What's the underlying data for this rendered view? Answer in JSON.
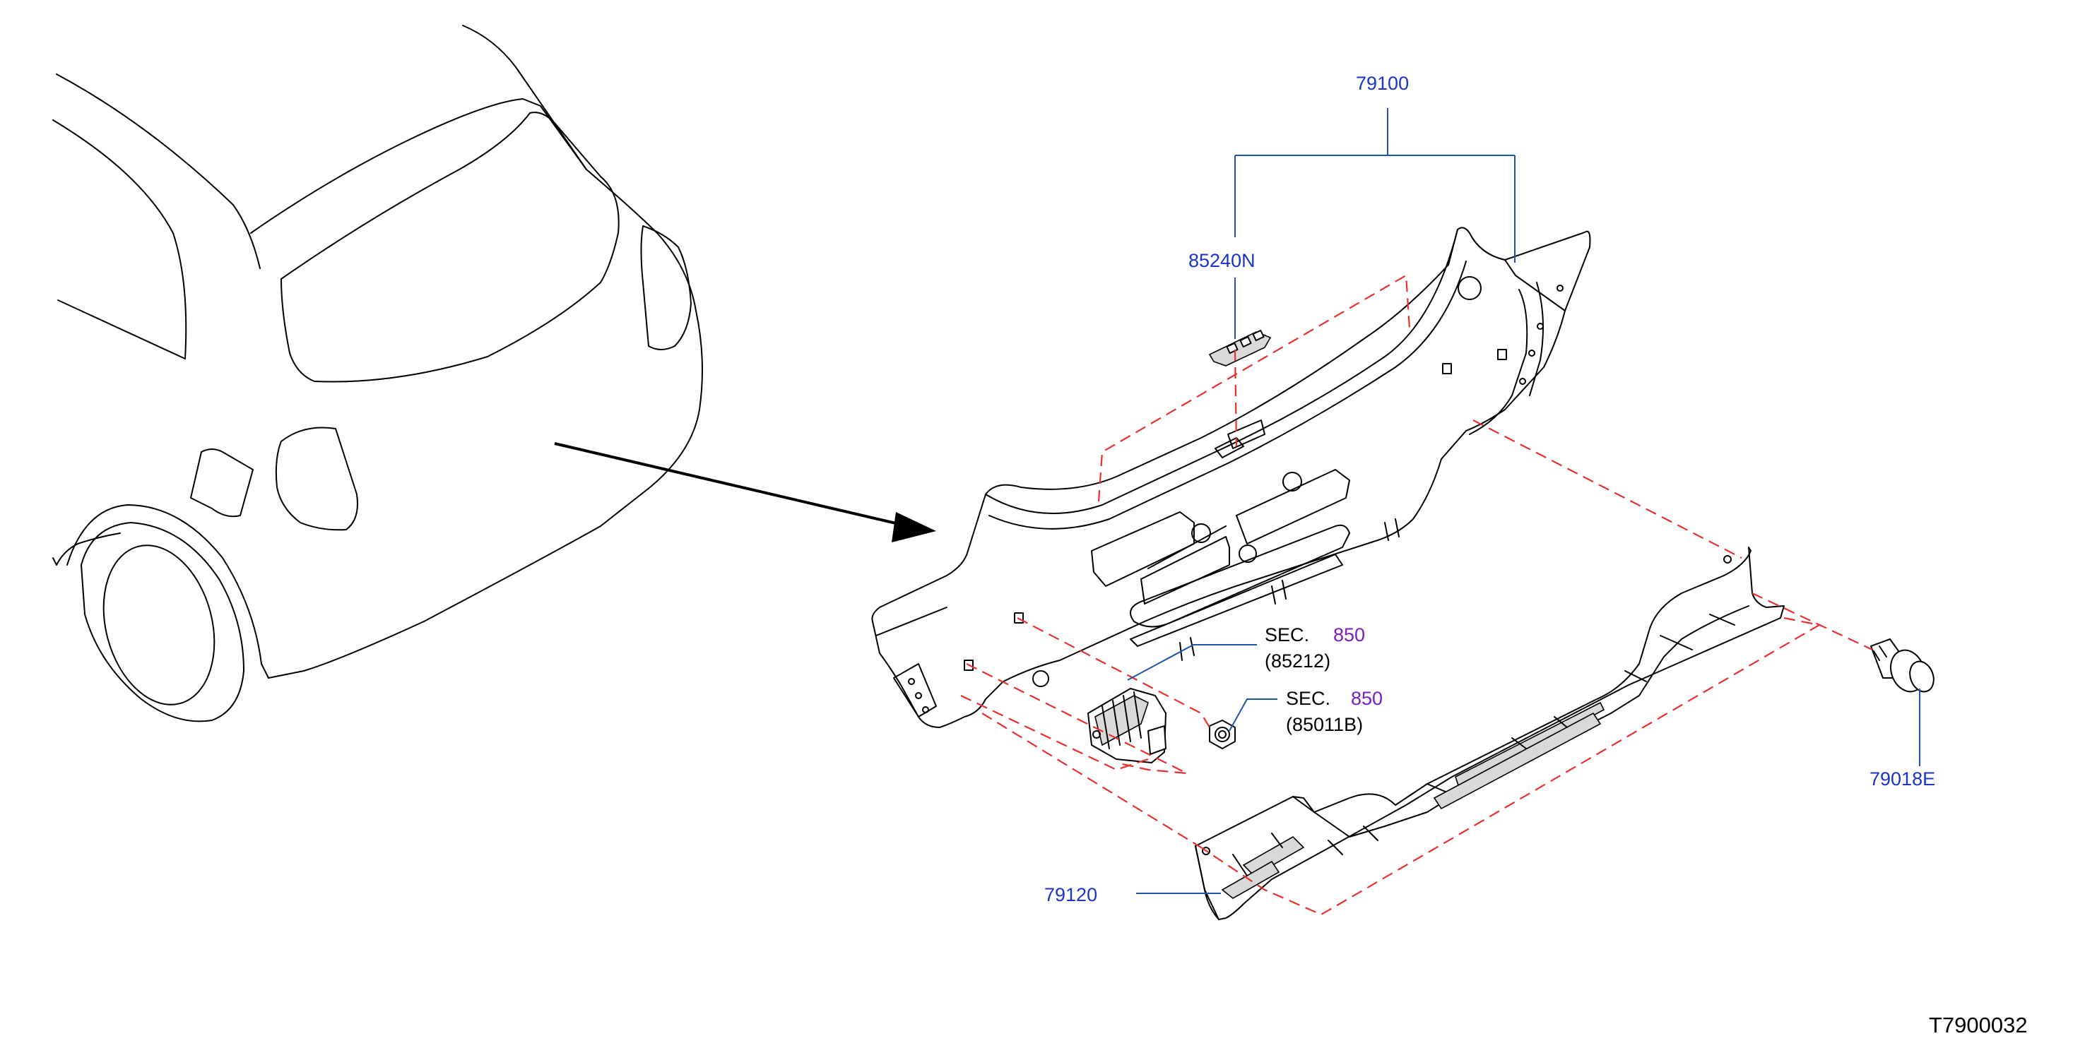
{
  "parts": {
    "p79100": "79100",
    "p85240N": "85240N",
    "p79120": "79120",
    "p79018E": "79018E"
  },
  "sec_refs": [
    {
      "prefix": "SEC.",
      "section": "850",
      "part": "(85212)"
    },
    {
      "prefix": "SEC.",
      "section": "850",
      "part": "(85011B)"
    }
  ],
  "diagram_code": "T7900032",
  "colors": {
    "part_number": "#1a35c8",
    "section_number": "#7a1fc4",
    "guide_dash": "#e8312f",
    "leader": "#1f55a8"
  }
}
